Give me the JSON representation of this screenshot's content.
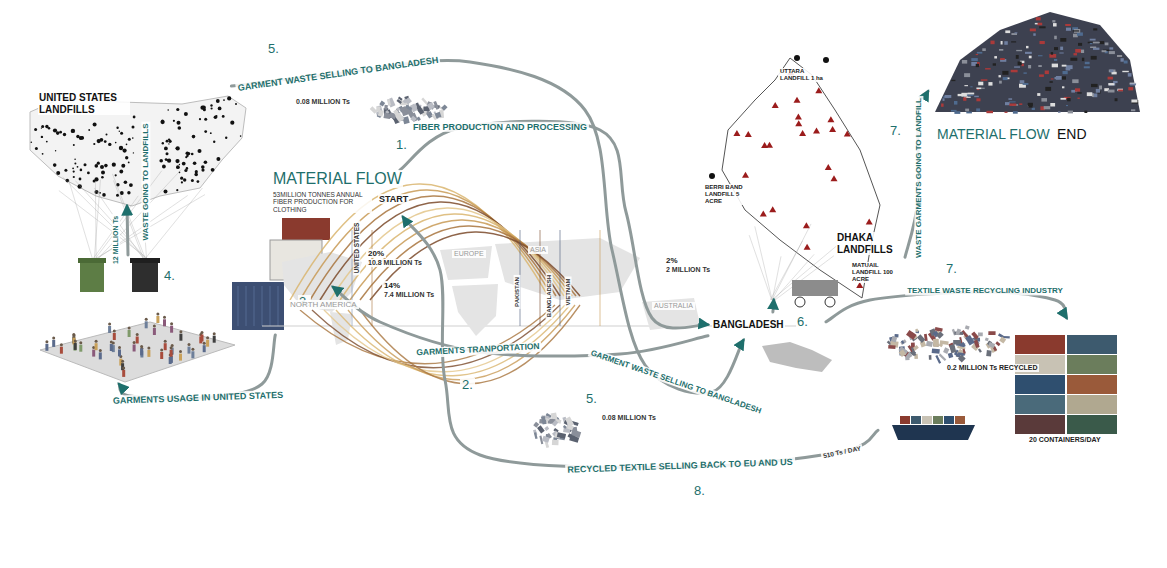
{
  "diagram": {
    "nodes": [
      {
        "text": [
          "UNITED STATES LANDFILLS"
        ]
      },
      {
        "text": [
          "4."
        ]
      },
      {
        "text": [
          "3."
        ]
      },
      {
        "text": [
          "MATERIAL FLOW",
          "START",
          "53MILLION TONNES ANNUAL FIBER PRODUCTION FOR CLOTHING"
        ]
      },
      {
        "text": [
          "BANGLADESH",
          "6."
        ]
      },
      {
        "text": [
          "DHAKA LANDFILLS"
        ]
      },
      {
        "text": [
          "MATERIAL FLOW",
          "END"
        ]
      },
      {
        "text": [
          "0.2 MILLION Ts RECYCLED",
          "20 CONTAINERS/DAY"
        ]
      }
    ],
    "edges": [
      {
        "from": 3,
        "to": 4,
        "label": "FIBER PRODUCTION AND PROCESSING",
        "arrow": "to"
      },
      {
        "from": 4,
        "to": 2,
        "label": "GARMENTS TRANPORTATION",
        "arrow": "to"
      },
      {
        "from": 2,
        "to": 1,
        "label": "GARMENTS USAGE IN UNITED STATES",
        "arrow": "to"
      },
      {
        "from": 1,
        "to": 0,
        "label": "WASTE GOING TO LANDFILLS",
        "arrow": "to"
      },
      {
        "from": 0,
        "to": 4,
        "label": "GARMENT WASTE SELLING TO BANGLADESH",
        "arrow": "to"
      },
      {
        "from": 4,
        "to": 5,
        "arrow": "to"
      },
      {
        "from": 5,
        "to": 6,
        "label": "WASTE GARMENTS GOING TO LANDFILL",
        "arrow": "to"
      },
      {
        "from": 4,
        "to": 7,
        "label": "TEXTILE WASTE RECYCLING INDUSTRY",
        "arrow": "to"
      },
      {
        "from": 7,
        "to": 3,
        "label": "RECYCLED TEXTILE SELLING BACK TO EU AND US",
        "arrow": "to"
      }
    ],
    "labels": [
      "5.",
      "0.08 MILLION Ts",
      "12 MILLION Ts",
      "1.",
      "UNITED STATES",
      "20%",
      "10.8 MILLION Ts",
      "14%",
      "7.4 MILLION Ts",
      "NORTH AMERICA",
      "EUROPE",
      "ASIA",
      "PAKISTAN",
      "BANGLADESH",
      "VIETNAM",
      "AUSTRALIA",
      "2%",
      "2 MILLION Ts",
      "2.",
      "5.",
      "GARMENT WASTE SELLING TO BANGLADESH",
      "0.08 MILLION Ts",
      "UTTARA LANDFILL 1 ha",
      "BERRI BAND LANDFILL 5 ACRE",
      "MATUAIL LANDFILL 100 ACRE",
      "7.",
      "7.",
      "510 Ts / DAY",
      "8."
    ]
  }
}
